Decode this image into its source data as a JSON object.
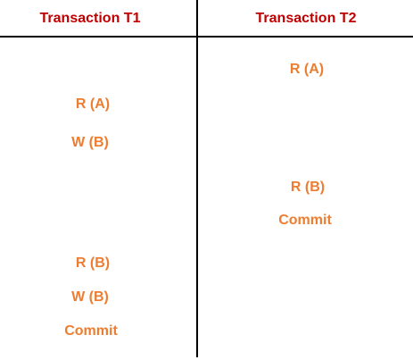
{
  "headers": {
    "t1": "Transaction T1",
    "t2": "Transaction T2"
  },
  "t1_ops": [
    "R (A)",
    "W (B)",
    "R (B)",
    "W (B)",
    "Commit"
  ],
  "t2_ops": [
    "R (A)",
    "R (B)",
    "Commit"
  ],
  "colors": {
    "header": "#c00000",
    "operation": "#ed7d31",
    "lines": "#000000"
  }
}
